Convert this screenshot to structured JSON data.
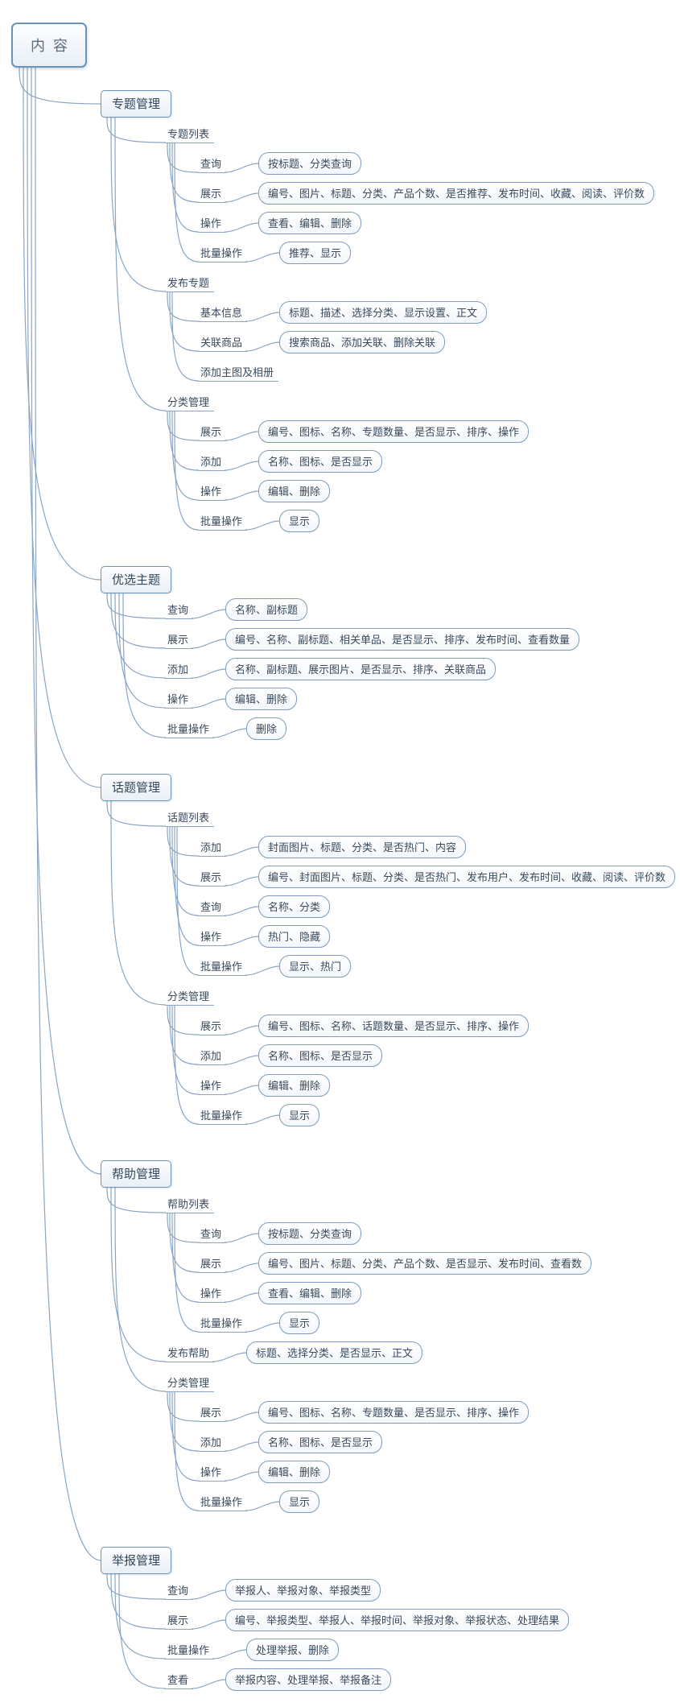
{
  "mindmap": {
    "line_color": "#8aa6c3",
    "node_border_color": "#6d93b4",
    "node_fill_color": "#eef3f8",
    "text_color": "#3a4a5c",
    "root": {
      "label": "内容",
      "kind": "root",
      "children": [
        {
          "label": "专题管理",
          "kind": "box",
          "children": [
            {
              "label": "专题列表",
              "kind": "label",
              "children": [
                {
                  "label": "查询",
                  "kind": "label",
                  "children": [
                    {
                      "label": "按标题、分类查询",
                      "kind": "pill"
                    }
                  ]
                },
                {
                  "label": "展示",
                  "kind": "label",
                  "children": [
                    {
                      "label": "编号、图片、标题、分类、产品个数、是否推荐、发布时间、收藏、阅读、评价数",
                      "kind": "pill"
                    }
                  ]
                },
                {
                  "label": "操作",
                  "kind": "label",
                  "children": [
                    {
                      "label": "查看、编辑、删除",
                      "kind": "pill"
                    }
                  ]
                },
                {
                  "label": "批量操作",
                  "kind": "label",
                  "children": [
                    {
                      "label": "推荐、显示",
                      "kind": "pill"
                    }
                  ]
                }
              ]
            },
            {
              "label": "发布专题",
              "kind": "label",
              "children": [
                {
                  "label": "基本信息",
                  "kind": "label",
                  "children": [
                    {
                      "label": "标题、描述、选择分类、显示设置、正文",
                      "kind": "pill"
                    }
                  ]
                },
                {
                  "label": "关联商品",
                  "kind": "label",
                  "children": [
                    {
                      "label": "搜索商品、添加关联、删除关联",
                      "kind": "pill"
                    }
                  ]
                },
                {
                  "label": "添加主图及相册",
                  "kind": "label",
                  "children": []
                }
              ]
            },
            {
              "label": "分类管理",
              "kind": "label",
              "children": [
                {
                  "label": "展示",
                  "kind": "label",
                  "children": [
                    {
                      "label": "编号、图标、名称、专题数量、是否显示、排序、操作",
                      "kind": "pill"
                    }
                  ]
                },
                {
                  "label": "添加",
                  "kind": "label",
                  "children": [
                    {
                      "label": "名称、图标、是否显示",
                      "kind": "pill"
                    }
                  ]
                },
                {
                  "label": "操作",
                  "kind": "label",
                  "children": [
                    {
                      "label": "编辑、删除",
                      "kind": "pill"
                    }
                  ]
                },
                {
                  "label": "批量操作",
                  "kind": "label",
                  "children": [
                    {
                      "label": "显示",
                      "kind": "pill"
                    }
                  ]
                }
              ]
            }
          ]
        },
        {
          "label": "优选主题",
          "kind": "box",
          "children": [
            {
              "label": "查询",
              "kind": "label",
              "children": [
                {
                  "label": "名称、副标题",
                  "kind": "pill"
                }
              ]
            },
            {
              "label": "展示",
              "kind": "label",
              "children": [
                {
                  "label": "编号、名称、副标题、相关单品、是否显示、排序、发布时间、查看数量",
                  "kind": "pill"
                }
              ]
            },
            {
              "label": "添加",
              "kind": "label",
              "children": [
                {
                  "label": "名称、副标题、展示图片、是否显示、排序、关联商品",
                  "kind": "pill"
                }
              ]
            },
            {
              "label": "操作",
              "kind": "label",
              "children": [
                {
                  "label": "编辑、删除",
                  "kind": "pill"
                }
              ]
            },
            {
              "label": "批量操作",
              "kind": "label",
              "children": [
                {
                  "label": "删除",
                  "kind": "pill"
                }
              ]
            }
          ]
        },
        {
          "label": "话题管理",
          "kind": "box",
          "children": [
            {
              "label": "话题列表",
              "kind": "label",
              "children": [
                {
                  "label": "添加",
                  "kind": "label",
                  "children": [
                    {
                      "label": "封面图片、标题、分类、是否热门、内容",
                      "kind": "pill"
                    }
                  ]
                },
                {
                  "label": "展示",
                  "kind": "label",
                  "children": [
                    {
                      "label": "编号、封面图片、标题、分类、是否热门、发布用户、发布时间、收藏、阅读、评价数",
                      "kind": "pill"
                    }
                  ]
                },
                {
                  "label": "查询",
                  "kind": "label",
                  "children": [
                    {
                      "label": "名称、分类",
                      "kind": "pill"
                    }
                  ]
                },
                {
                  "label": "操作",
                  "kind": "label",
                  "children": [
                    {
                      "label": "热门、隐藏",
                      "kind": "pill"
                    }
                  ]
                },
                {
                  "label": "批量操作",
                  "kind": "label",
                  "children": [
                    {
                      "label": "显示、热门",
                      "kind": "pill"
                    }
                  ]
                }
              ]
            },
            {
              "label": "分类管理",
              "kind": "label",
              "children": [
                {
                  "label": "展示",
                  "kind": "label",
                  "children": [
                    {
                      "label": "编号、图标、名称、话题数量、是否显示、排序、操作",
                      "kind": "pill"
                    }
                  ]
                },
                {
                  "label": "添加",
                  "kind": "label",
                  "children": [
                    {
                      "label": "名称、图标、是否显示",
                      "kind": "pill"
                    }
                  ]
                },
                {
                  "label": "操作",
                  "kind": "label",
                  "children": [
                    {
                      "label": "编辑、删除",
                      "kind": "pill"
                    }
                  ]
                },
                {
                  "label": "批量操作",
                  "kind": "label",
                  "children": [
                    {
                      "label": "显示",
                      "kind": "pill"
                    }
                  ]
                }
              ]
            }
          ]
        },
        {
          "label": "帮助管理",
          "kind": "box",
          "children": [
            {
              "label": "帮助列表",
              "kind": "label",
              "children": [
                {
                  "label": "查询",
                  "kind": "label",
                  "children": [
                    {
                      "label": "按标题、分类查询",
                      "kind": "pill"
                    }
                  ]
                },
                {
                  "label": "展示",
                  "kind": "label",
                  "children": [
                    {
                      "label": "编号、图片、标题、分类、产品个数、是否显示、发布时间、查看数",
                      "kind": "pill"
                    }
                  ]
                },
                {
                  "label": "操作",
                  "kind": "label",
                  "children": [
                    {
                      "label": "查看、编辑、删除",
                      "kind": "pill"
                    }
                  ]
                },
                {
                  "label": "批量操作",
                  "kind": "label",
                  "children": [
                    {
                      "label": "显示",
                      "kind": "pill"
                    }
                  ]
                }
              ]
            },
            {
              "label": "发布帮助",
              "kind": "label",
              "children": [
                {
                  "label": "标题、选择分类、是否显示、正文",
                  "kind": "pill"
                }
              ]
            },
            {
              "label": "分类管理",
              "kind": "label",
              "children": [
                {
                  "label": "展示",
                  "kind": "label",
                  "children": [
                    {
                      "label": "编号、图标、名称、专题数量、是否显示、排序、操作",
                      "kind": "pill"
                    }
                  ]
                },
                {
                  "label": "添加",
                  "kind": "label",
                  "children": [
                    {
                      "label": "名称、图标、是否显示",
                      "kind": "pill"
                    }
                  ]
                },
                {
                  "label": "操作",
                  "kind": "label",
                  "children": [
                    {
                      "label": "编辑、删除",
                      "kind": "pill"
                    }
                  ]
                },
                {
                  "label": "批量操作",
                  "kind": "label",
                  "children": [
                    {
                      "label": "显示",
                      "kind": "pill"
                    }
                  ]
                }
              ]
            }
          ]
        },
        {
          "label": "举报管理",
          "kind": "box",
          "children": [
            {
              "label": "查询",
              "kind": "label",
              "children": [
                {
                  "label": "举报人、举报对象、举报类型",
                  "kind": "pill"
                }
              ]
            },
            {
              "label": "展示",
              "kind": "label",
              "children": [
                {
                  "label": "编号、举报类型、举报人、举报时间、举报对象、举报状态、处理结果",
                  "kind": "pill"
                }
              ]
            },
            {
              "label": "批量操作",
              "kind": "label",
              "children": [
                {
                  "label": "处理举报、删除",
                  "kind": "pill"
                }
              ]
            },
            {
              "label": "查看",
              "kind": "label",
              "children": [
                {
                  "label": "举报内容、处理举报、举报备注",
                  "kind": "pill"
                }
              ]
            }
          ]
        }
      ]
    }
  }
}
